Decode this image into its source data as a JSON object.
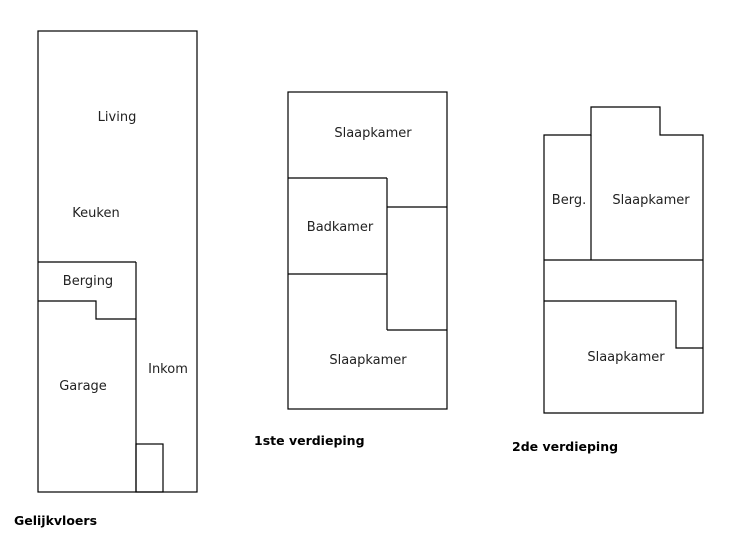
{
  "floors": {
    "ground": {
      "caption": "Gelijkvloers",
      "rooms": {
        "living": "Living",
        "keuken": "Keuken",
        "berging": "Berging",
        "garage": "Garage",
        "inkom": "Inkom"
      }
    },
    "first": {
      "caption": "1ste verdieping",
      "rooms": {
        "slaapkamer_top": "Slaapkamer",
        "badkamer": "Badkamer",
        "slaapkamer_bottom": "Slaapkamer"
      }
    },
    "second": {
      "caption": "2de verdieping",
      "rooms": {
        "berg": "Berg.",
        "slaapkamer_top": "Slaapkamer",
        "slaapkamer_bottom": "Slaapkamer"
      }
    }
  }
}
